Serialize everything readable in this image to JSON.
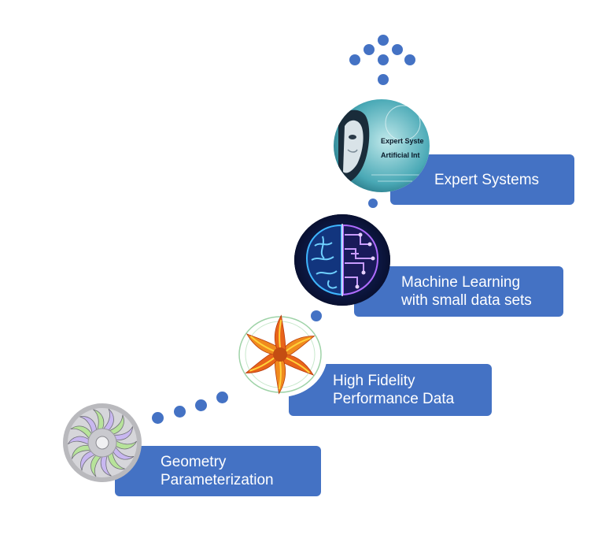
{
  "colors": {
    "box": "#4472c4",
    "dot": "#4472c4"
  },
  "steps": [
    {
      "id": "geometry",
      "lines": [
        "Geometry",
        "Parameterization"
      ],
      "icon": "turbine-wheel-icon"
    },
    {
      "id": "hifi",
      "lines": [
        "High Fidelity",
        "Performance Data"
      ],
      "icon": "rotor-flow-simulation-icon"
    },
    {
      "id": "ml",
      "lines": [
        "Machine Learning",
        "with small data sets"
      ],
      "icon": "brain-circuit-icon"
    },
    {
      "id": "expert",
      "lines": [
        "Expert Systems"
      ],
      "icon": "ai-robot-face-icon",
      "image_text": [
        "Expert Syste",
        "Artificial Int"
      ]
    }
  ],
  "top_icon": "dot-arrow-up-icon"
}
